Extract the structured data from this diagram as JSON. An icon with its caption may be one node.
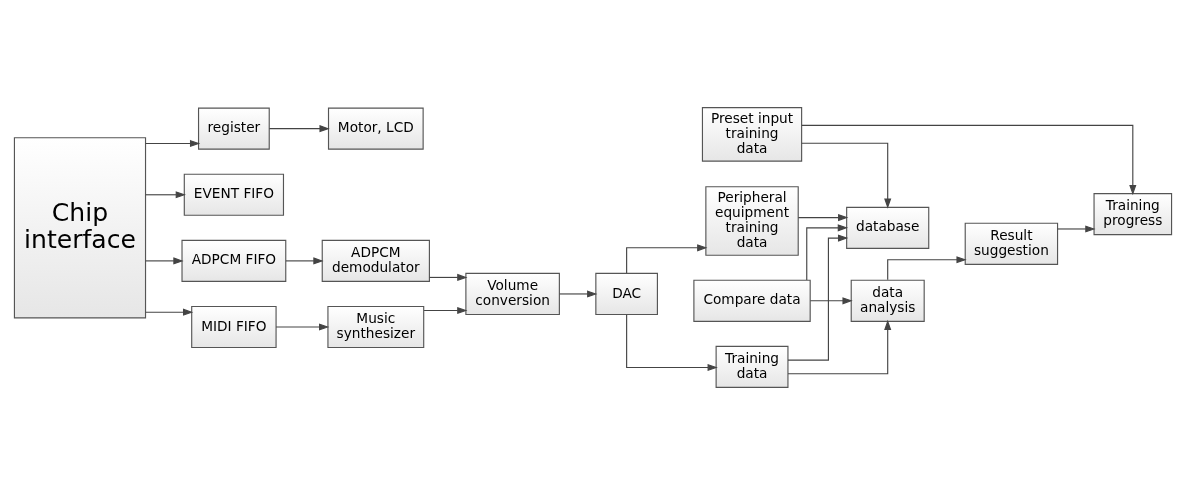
{
  "diagram": {
    "nodes": [
      {
        "text": [
          "Chip interface"
        ]
      },
      {
        "text": [
          "register"
        ]
      },
      {
        "text": [
          "Motor, LCD"
        ]
      },
      {
        "text": [
          "EVENT FIFO"
        ]
      },
      {
        "text": [
          "MIDI FIFO"
        ]
      },
      {
        "text": [
          "Music synthesizer"
        ]
      },
      {
        "text": [
          "Volume conversion"
        ]
      },
      {
        "text": [
          "DAC"
        ]
      },
      {
        "text": [
          "ADPCM FIFO"
        ]
      },
      {
        "text": [
          "ADPCM demodulator"
        ]
      },
      {
        "text": [
          "Peripheral equipment training data"
        ]
      },
      {
        "text": [
          "Preset input training data"
        ]
      },
      {
        "text": [
          "database"
        ]
      },
      {
        "text": [
          "Compare data"
        ]
      },
      {
        "text": [
          "Training data"
        ]
      },
      {
        "text": [
          "data analysis"
        ]
      },
      {
        "text": [
          "Result suggestion"
        ]
      },
      {
        "text": [
          "Training progress"
        ]
      }
    ],
    "edges": [
      {
        "from": 0,
        "to": 1,
        "arrow": "to"
      },
      {
        "from": 0,
        "to": 3,
        "arrow": "to"
      },
      {
        "from": 0,
        "to": 4,
        "arrow": "to"
      },
      {
        "from": 0,
        "to": 8,
        "arrow": "to"
      },
      {
        "from": 1,
        "to": 2,
        "arrow": "to"
      },
      {
        "from": 4,
        "to": 5,
        "arrow": "to"
      },
      {
        "from": 5,
        "to": 6,
        "arrow": "to"
      },
      {
        "from": 6,
        "to": 7,
        "arrow": "to"
      },
      {
        "from": 8,
        "to": 9,
        "arrow": "to"
      },
      {
        "from": 9,
        "to": 6,
        "arrow": "to"
      },
      {
        "from": 7,
        "to": 10,
        "arrow": "to"
      },
      {
        "from": 7,
        "to": 14,
        "arrow": "to"
      },
      {
        "from": 10,
        "to": 12,
        "arrow": "to"
      },
      {
        "from": 11,
        "to": 12,
        "arrow": "to"
      },
      {
        "from": 11,
        "to": 17,
        "arrow": "to"
      },
      {
        "from": 14,
        "to": 12,
        "arrow": "to"
      },
      {
        "from": 14,
        "to": 15,
        "arrow": "to"
      },
      {
        "from": 13,
        "to": 12,
        "arrow": "to"
      },
      {
        "from": 13,
        "to": 15,
        "arrow": "to"
      },
      {
        "from": 15,
        "to": 16,
        "arrow": "to"
      },
      {
        "from": 16,
        "to": 17,
        "arrow": "to"
      }
    ]
  }
}
